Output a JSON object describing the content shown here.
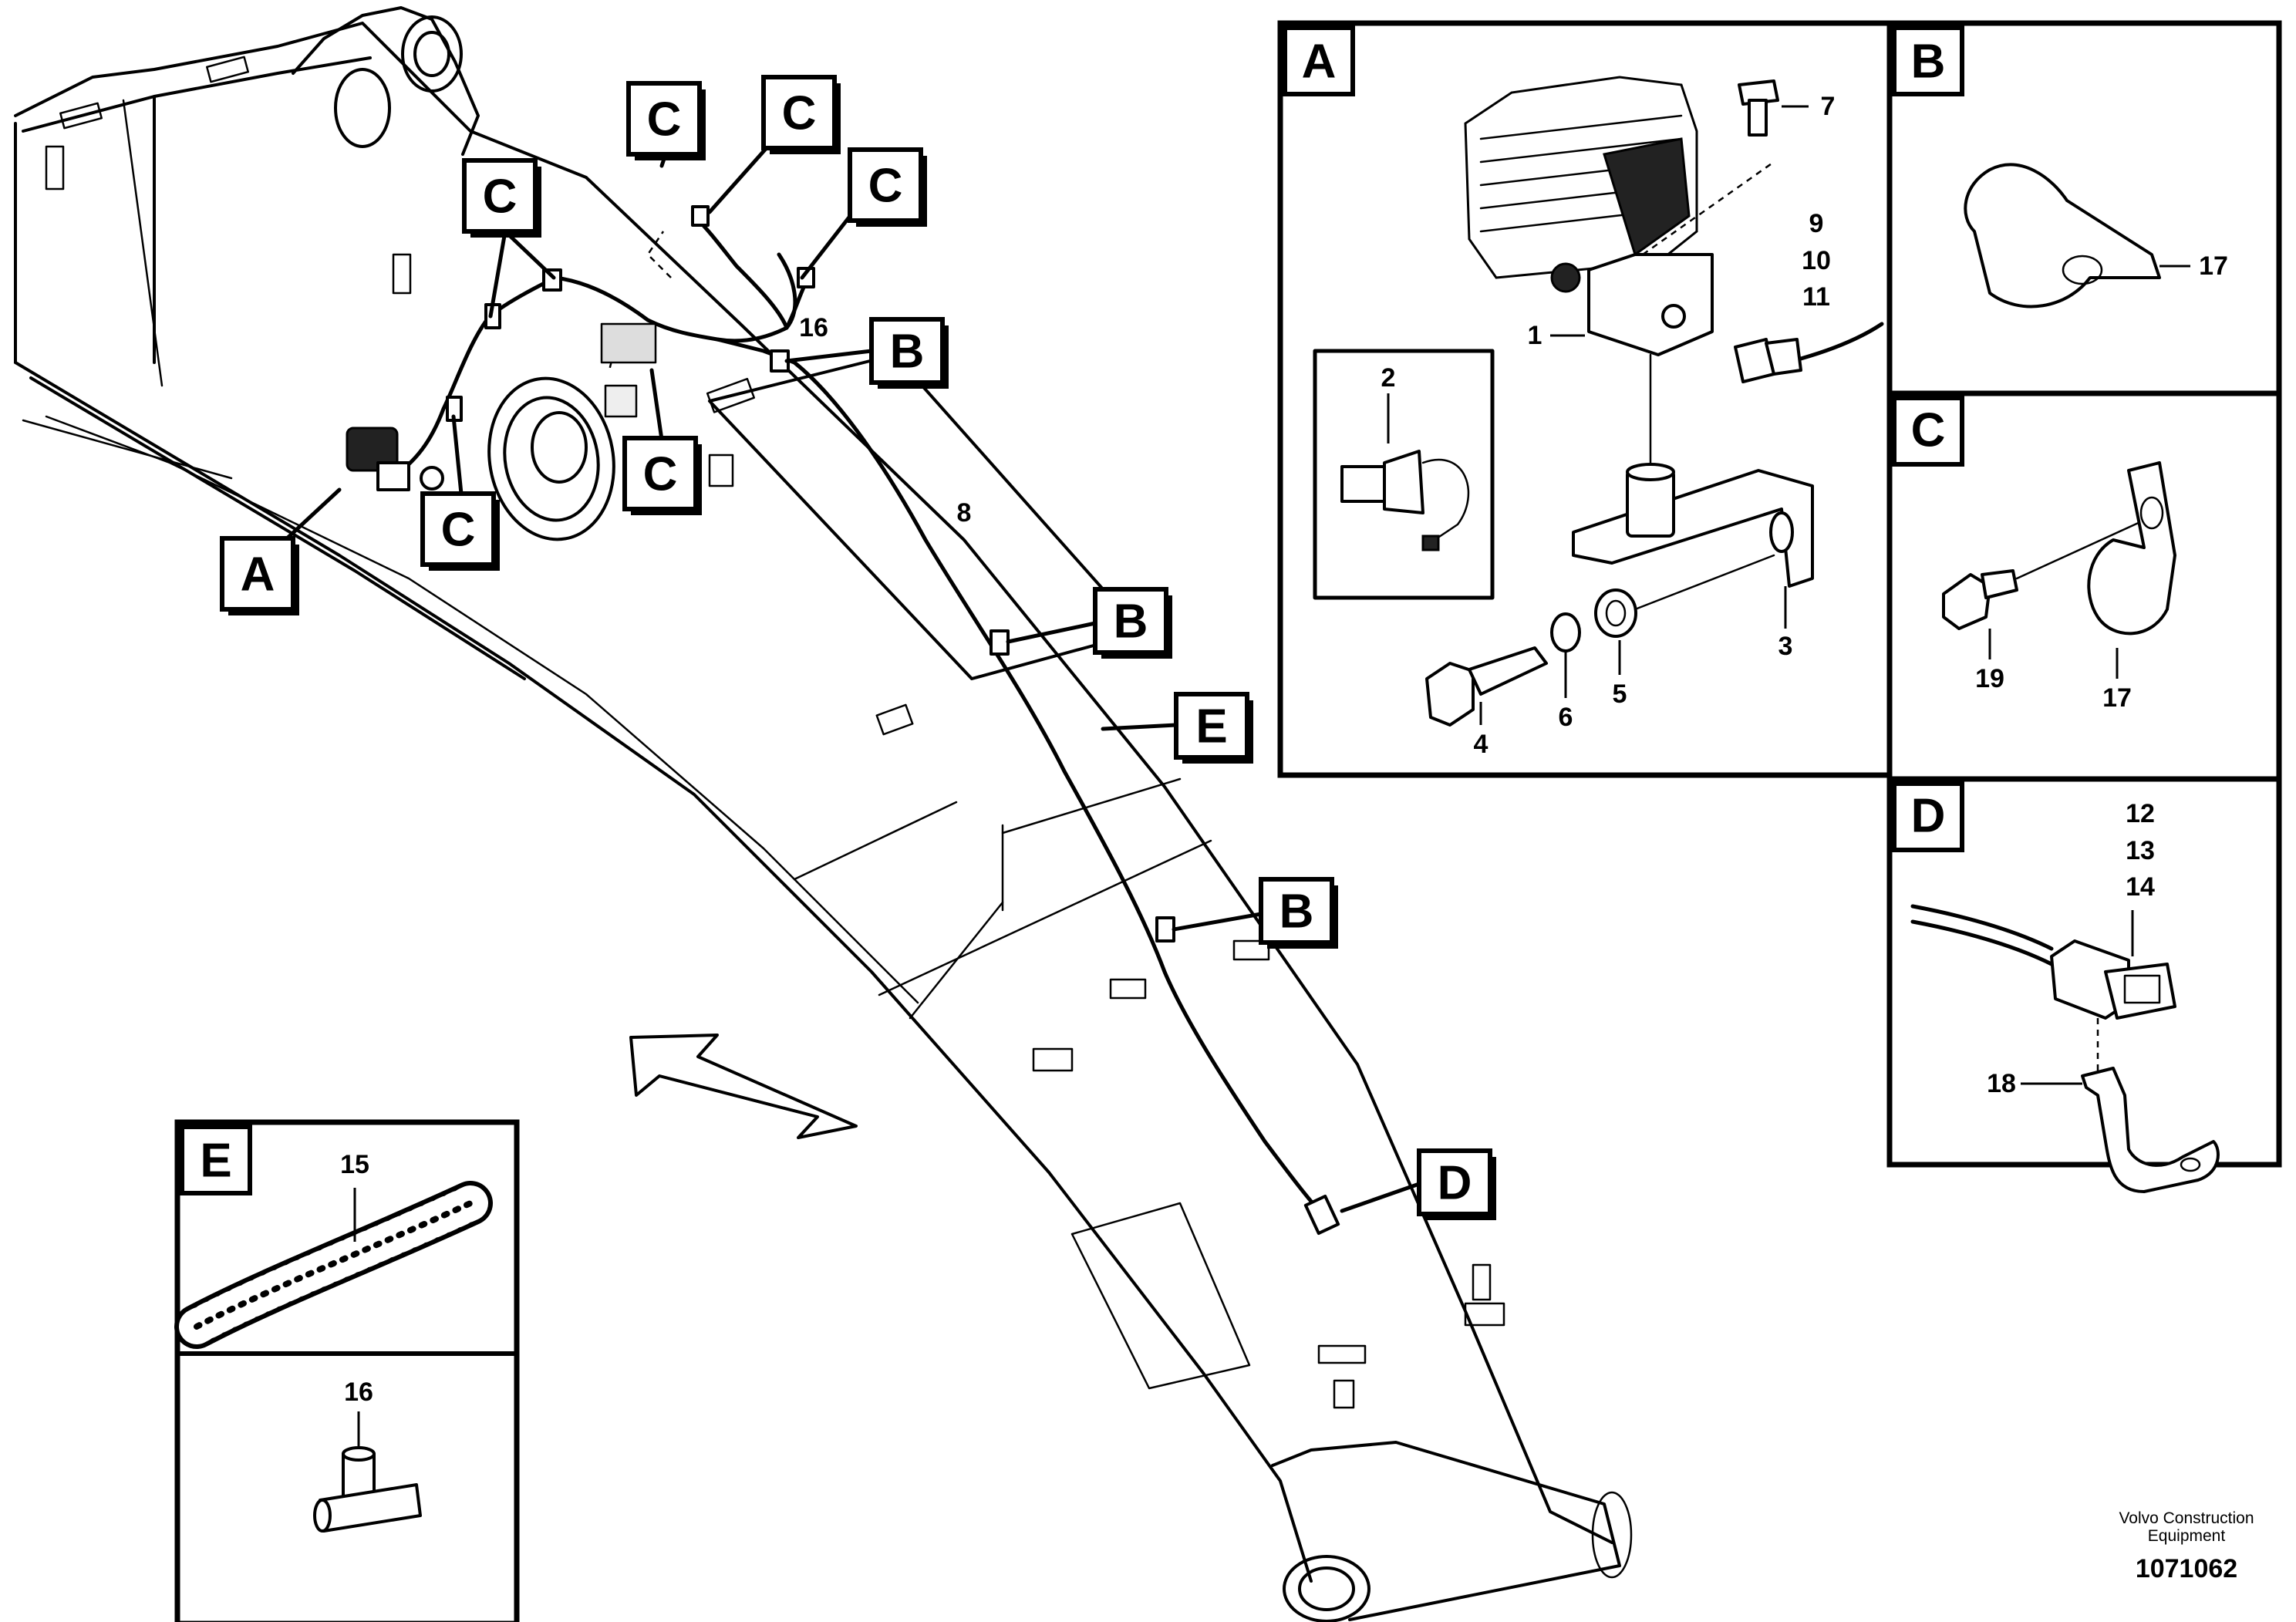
{
  "callouts": {
    "A": "A",
    "B": "B",
    "C": "C",
    "D": "D",
    "E": "E"
  },
  "panels": {
    "A": {
      "label": "A",
      "parts": [
        "1",
        "2",
        "3",
        "4",
        "5",
        "6",
        "7",
        "9",
        "10",
        "11"
      ]
    },
    "B": {
      "label": "B",
      "parts": [
        "17"
      ]
    },
    "C": {
      "label": "C",
      "parts": [
        "19",
        "17"
      ]
    },
    "D": {
      "label": "D",
      "parts": [
        "12",
        "13",
        "14",
        "18"
      ]
    },
    "E": {
      "label": "E",
      "parts": [
        "15",
        "16"
      ]
    }
  },
  "main_part_labels": {
    "wire": "8",
    "tee": "16"
  },
  "footer": {
    "company_line1": "Volvo Construction",
    "company_line2": "Equipment",
    "doc_number": "1071062"
  }
}
